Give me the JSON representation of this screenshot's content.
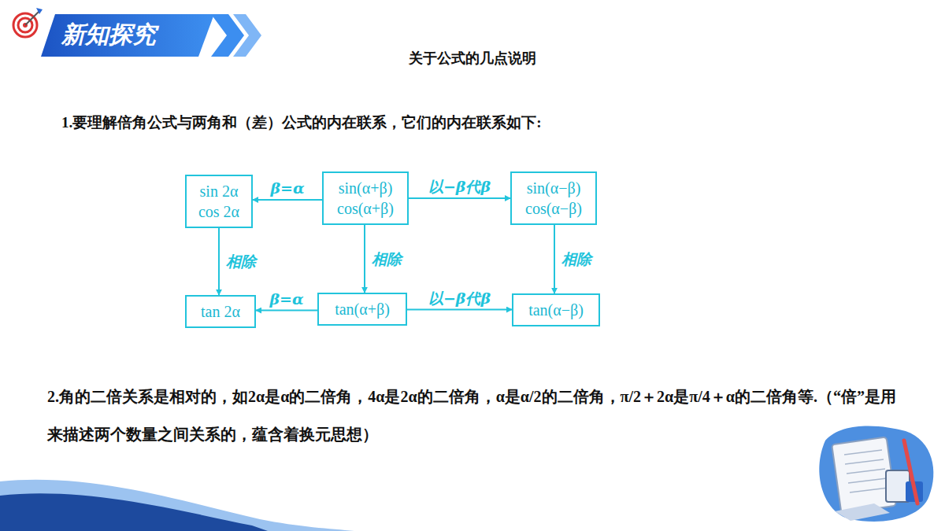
{
  "diagram": {
    "title": "关于公式的几点说明",
    "nodes": [
      {
        "text": [
          "sin 2α cos 2α"
        ]
      },
      {
        "text": [
          "sin(α+β) cos(α+β)"
        ]
      },
      {
        "text": [
          "sin(α−β) cos(α−β)"
        ]
      },
      {
        "text": [
          "tan 2α"
        ]
      },
      {
        "text": [
          "tan(α+β)"
        ]
      },
      {
        "text": [
          "tan(α−β)"
        ]
      }
    ],
    "edges": [
      {
        "from": 1,
        "to": 0,
        "label": "β=α",
        "arrow": "to"
      },
      {
        "from": 1,
        "to": 2,
        "label": "以−β代β",
        "arrow": "to"
      },
      {
        "from": 0,
        "to": 3,
        "label": "相除",
        "arrow": "to"
      },
      {
        "from": 1,
        "to": 4,
        "label": "相除",
        "arrow": "to"
      },
      {
        "from": 2,
        "to": 5,
        "label": "相除",
        "arrow": "to"
      },
      {
        "from": 4,
        "to": 3,
        "label": "β=α",
        "arrow": "to"
      },
      {
        "from": 4,
        "to": 5,
        "label": "以−β代β",
        "arrow": "to"
      }
    ],
    "labels": [
      "新知探究",
      "1.要理解倍角公式与两角和（差）公式的内在联系，它们的内在联系如下:",
      "2.角的二倍关系是相对的，如2α是α的二倍角，4α是2α的二倍角，α是α/2的二倍角，π/2＋2α是π/4＋α的二倍角等.（“倍”是用来描述两个数量之间关系的，蕴含着换元思想）"
    ]
  }
}
